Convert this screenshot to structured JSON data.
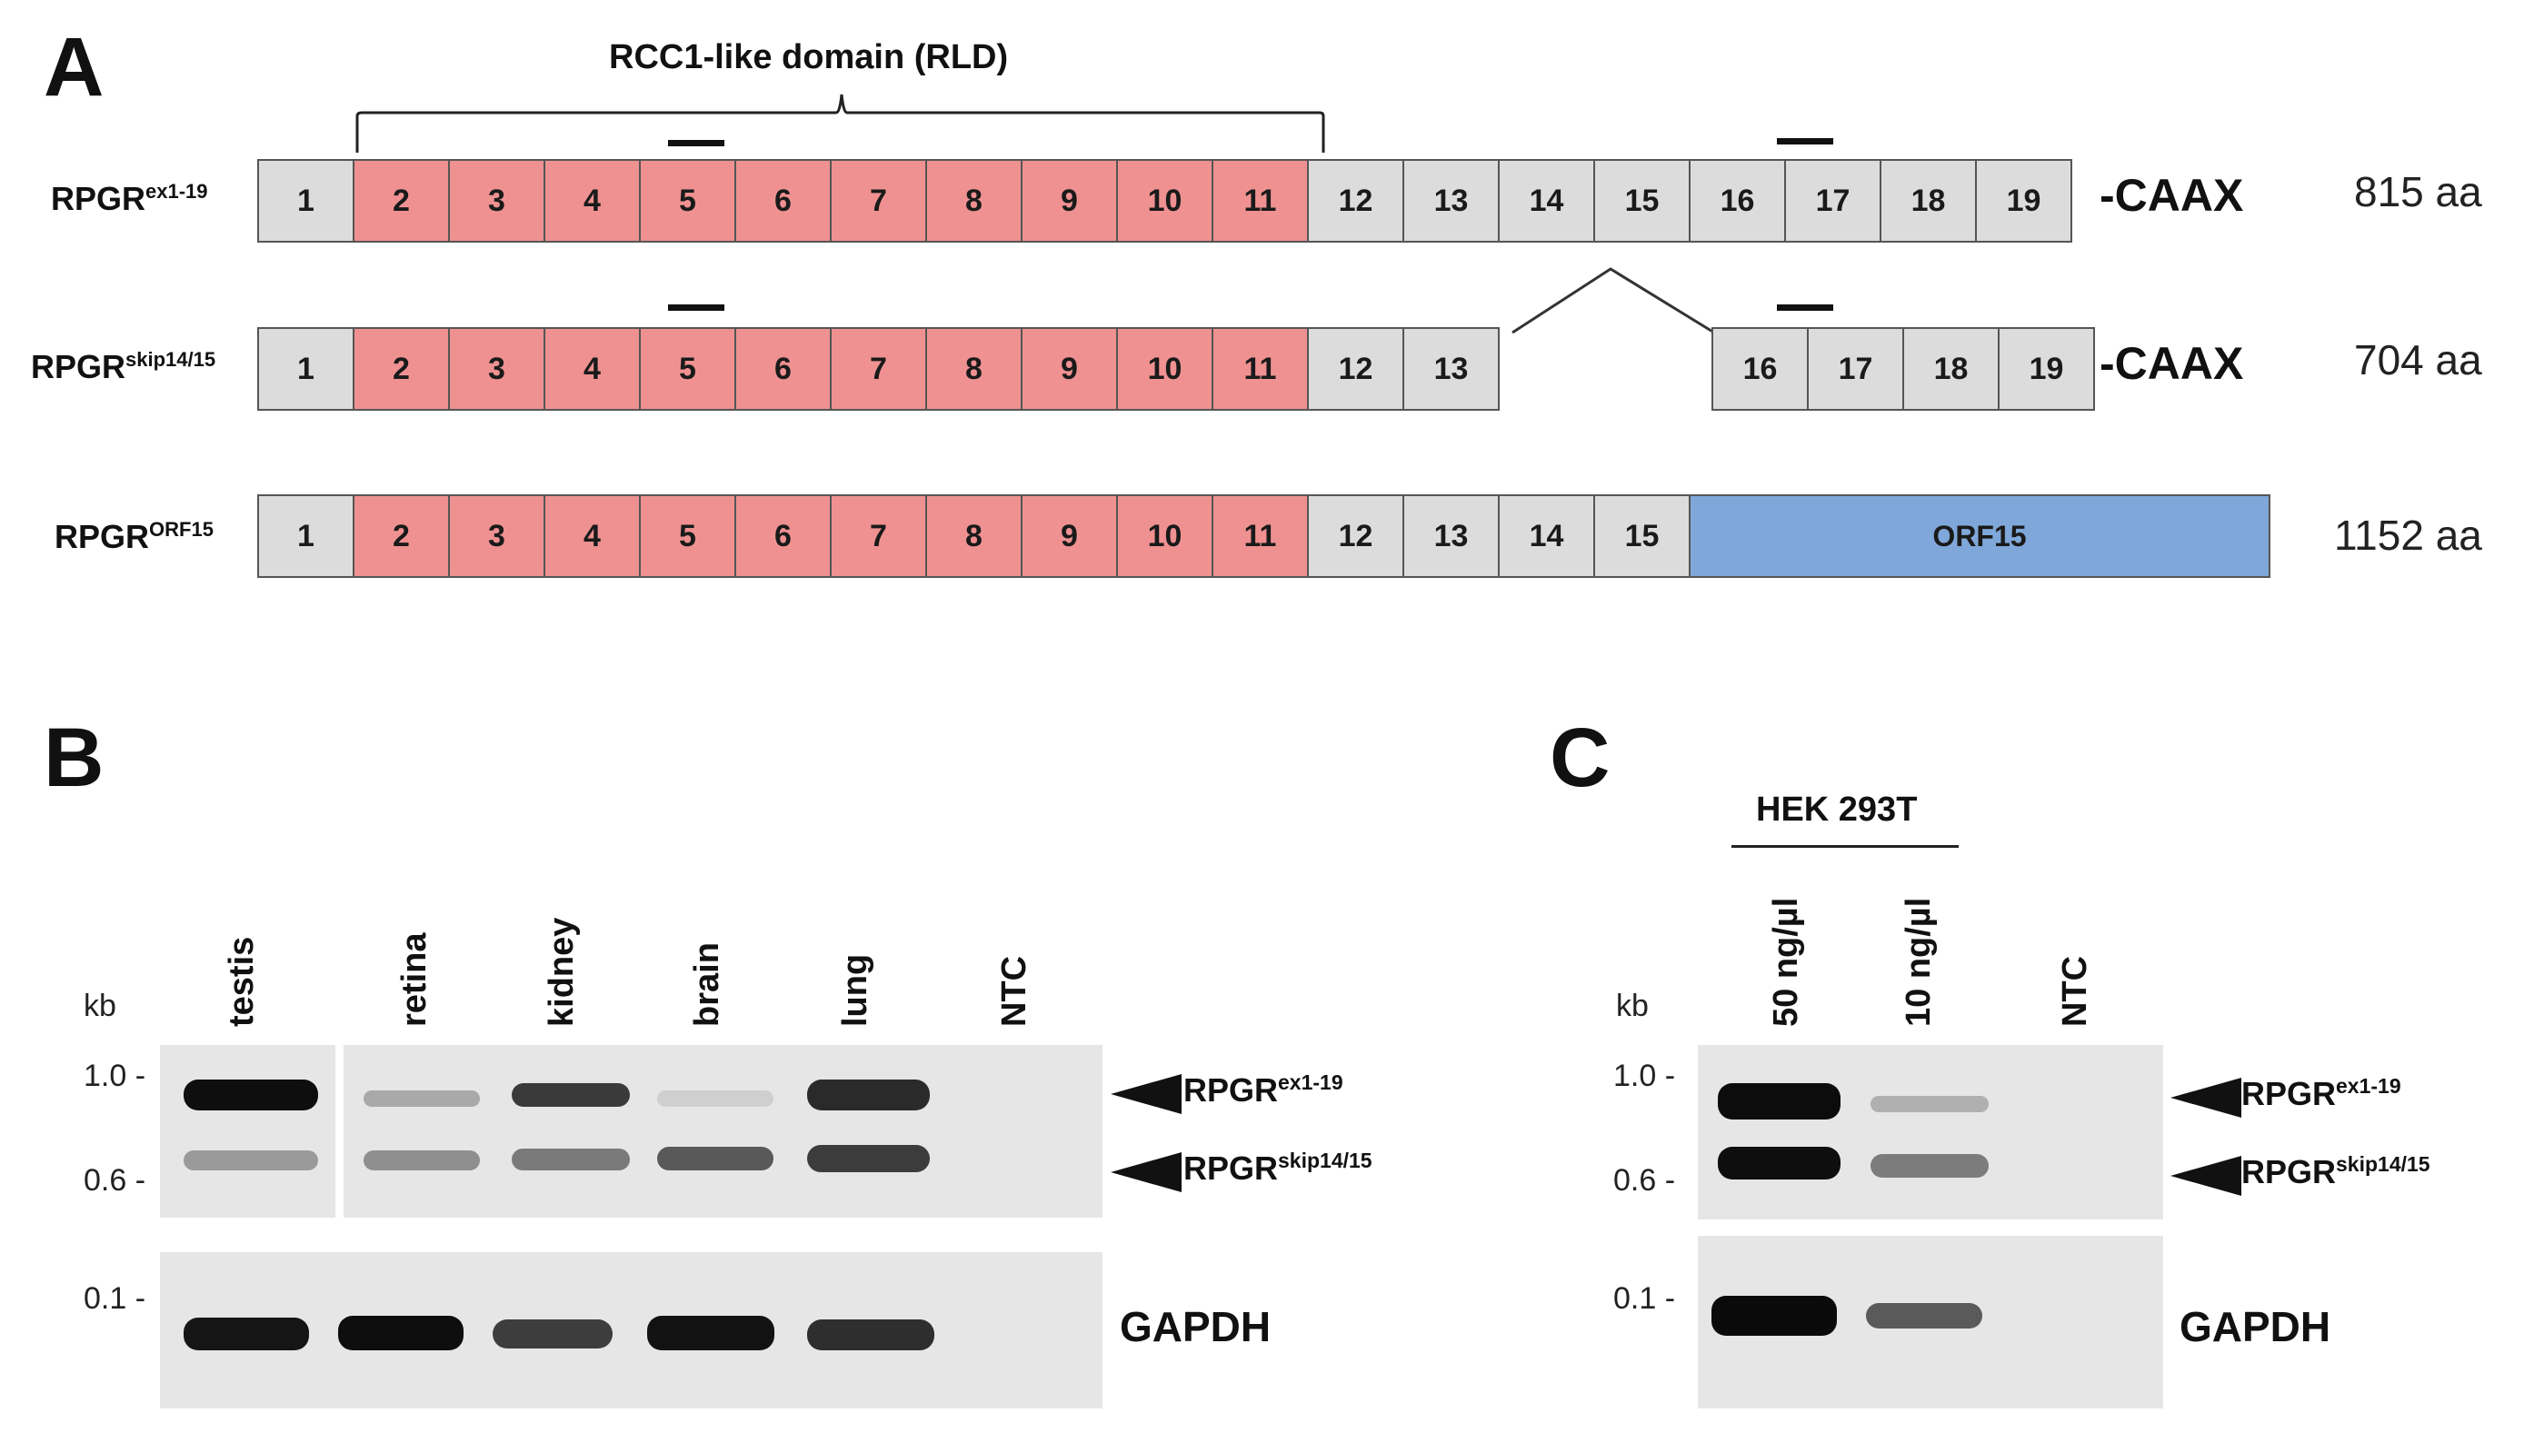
{
  "panelA": {
    "letter": "A",
    "domain_label": "RCC1-like domain (RLD)",
    "isoforms": [
      {
        "name": "RPGR",
        "sup": "ex1-19",
        "exons": [
          "1",
          "2",
          "3",
          "4",
          "5",
          "6",
          "7",
          "8",
          "9",
          "10",
          "11",
          "12",
          "13",
          "14",
          "15",
          "16",
          "17",
          "18",
          "19"
        ],
        "suffix": "-CAAX",
        "length": "815 aa"
      },
      {
        "name": "RPGR",
        "sup": "skip14/15",
        "exons_left": [
          "1",
          "2",
          "3",
          "4",
          "5",
          "6",
          "7",
          "8",
          "9",
          "10",
          "11",
          "12",
          "13"
        ],
        "exons_right": [
          "16",
          "17",
          "18",
          "19"
        ],
        "suffix": "-CAAX",
        "length": "704 aa"
      },
      {
        "name": "RPGR",
        "sup": "ORF15",
        "exons": [
          "1",
          "2",
          "3",
          "4",
          "5",
          "6",
          "7",
          "8",
          "9",
          "10",
          "11",
          "12",
          "13",
          "14",
          "15"
        ],
        "orf_label": "ORF15",
        "length": "1152 aa"
      }
    ],
    "colors": {
      "rld": "#ef9191",
      "other": "#dcdcdc",
      "orf15": "#7fa7d9"
    }
  },
  "panelB": {
    "letter": "B",
    "kb_label": "kb",
    "lanes": [
      "testis",
      "retina",
      "kidney",
      "brain",
      "lung",
      "NTC"
    ],
    "markers_top": [
      "1.0 -",
      "0.6 -"
    ],
    "markers_bottom": [
      "0.1 -"
    ],
    "band_labels": [
      {
        "name": "RPGR",
        "sup": "ex1-19"
      },
      {
        "name": "RPGR",
        "sup": "skip14/15"
      }
    ],
    "gapdh_label": "GAPDH"
  },
  "panelC": {
    "letter": "C",
    "cell_line": "HEK 293T",
    "kb_label": "kb",
    "lanes": [
      "50 ng/µl",
      "10 ng/µl",
      "NTC"
    ],
    "markers_top": [
      "1.0 -",
      "0.6 -"
    ],
    "markers_bottom": [
      "0.1 -"
    ],
    "band_labels": [
      {
        "name": "RPGR",
        "sup": "ex1-19"
      },
      {
        "name": "RPGR",
        "sup": "skip14/15"
      }
    ],
    "gapdh_label": "GAPDH"
  }
}
